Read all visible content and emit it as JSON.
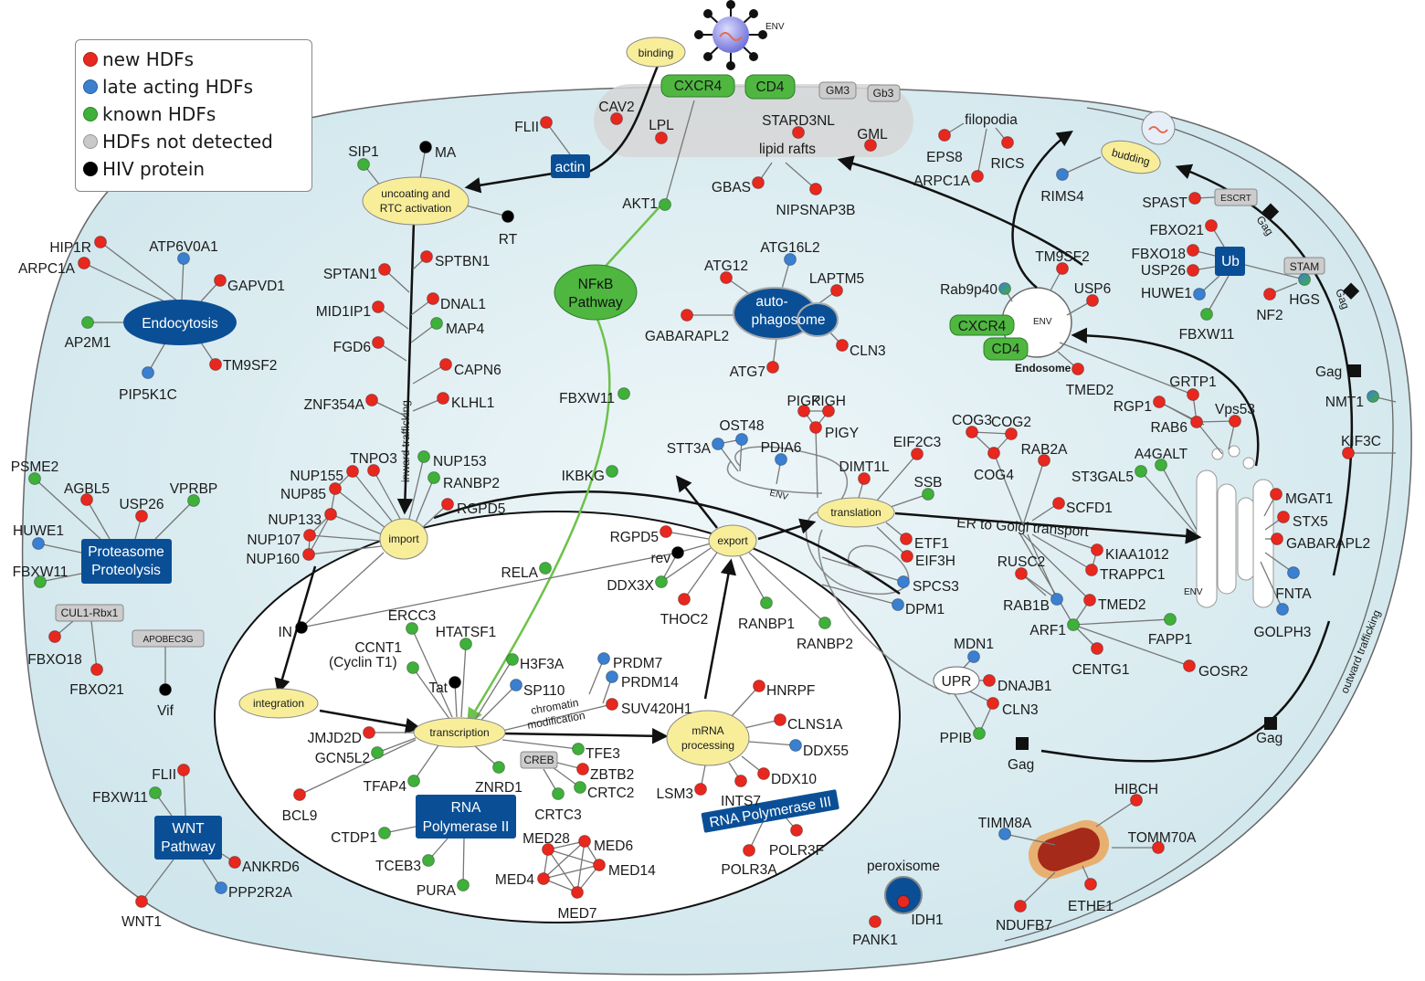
{
  "colors": {
    "new": "#e8281e",
    "late": "#3b7fd0",
    "known": "#3fb03a",
    "not_detected": "#c9c9c9",
    "hiv": "#000000",
    "process_fill": "#f8ee9a",
    "module_blue": "#0a4f96",
    "cell_fill": "#d6ecf0",
    "receptor_green": "#4fb740"
  },
  "legend": [
    {
      "label": "new HDFs",
      "type": "new"
    },
    {
      "label": "late acting HDFs",
      "type": "late"
    },
    {
      "label": "known HDFs",
      "type": "known"
    },
    {
      "label": "HDFs not detected",
      "type": "not_detected"
    },
    {
      "label": "HIV protein",
      "type": "hiv"
    }
  ],
  "processes": {
    "binding": "binding",
    "uncoating_1": "uncoating and",
    "uncoating_2": "RTC activation",
    "import": "import",
    "integration": "integration",
    "transcription": "transcription",
    "export": "export",
    "translation": "translation",
    "mrna_1": "mRNA",
    "mrna_2": "processing",
    "budding": "budding",
    "upr": "UPR"
  },
  "modules": {
    "actin": "actin",
    "endocytosis": "Endocytosis",
    "proteasome_1": "Proteasome",
    "proteasome_2": "Proteolysis",
    "wnt_1": "WNT",
    "wnt_2": "Pathway",
    "nfkb_1": "NFκB",
    "nfkb_2": "Pathway",
    "autophagosome_1": "auto-",
    "autophagosome_2": "phagosome",
    "rnapol2_1": "RNA",
    "rnapol2_2": "Polymerase II",
    "rnapol3": "RNA Polymerase III",
    "ub": "Ub"
  },
  "receptors": {
    "cxcr4": "CXCR4",
    "cd4": "CD4",
    "gm3": "GM3",
    "gb3": "Gb3",
    "escrt": "ESCRT",
    "stam": "STAM",
    "cul1": "CUL1-Rbx1",
    "apobec3g": "APOBEC3G",
    "creb": "CREB"
  },
  "annotations": {
    "env_virion": "ENV",
    "lipid_rafts": "lipid rafts",
    "filopodia": "filopodia",
    "inward_trafficking": "inward trafficking",
    "outward_trafficking": "outward trafficking",
    "er_golgi": "ER to Golgi transport",
    "chromatin_1": "chromatin",
    "chromatin_2": "modification",
    "endosome": "Endosome",
    "env_endosome": "ENV",
    "env_er": "ENV",
    "env_golgi": "ENV",
    "peroxisome": "peroxisome",
    "gag": "Gag",
    "ccnt1_2": "(Cyclin T1)"
  },
  "nodes": [
    {
      "id": "CAV2",
      "type": "new"
    },
    {
      "id": "LPL",
      "type": "new"
    },
    {
      "id": "STARD3NL",
      "type": "new"
    },
    {
      "id": "GML",
      "type": "new"
    },
    {
      "id": "GBAS",
      "type": "new"
    },
    {
      "id": "NIPSNAP3B",
      "type": "new"
    },
    {
      "id": "FLII",
      "type": "new"
    },
    {
      "id": "AKT1",
      "type": "known"
    },
    {
      "id": "SIP1",
      "type": "known"
    },
    {
      "id": "MA",
      "type": "hiv"
    },
    {
      "id": "RT",
      "type": "hiv"
    },
    {
      "id": "HIP1R",
      "type": "new"
    },
    {
      "id": "ARPC1A",
      "type": "new"
    },
    {
      "id": "ATP6V0A1",
      "type": "late"
    },
    {
      "id": "GAPVD1",
      "type": "new"
    },
    {
      "id": "AP2M1",
      "type": "known"
    },
    {
      "id": "TM9SF2",
      "type": "new"
    },
    {
      "id": "PIP5K1C",
      "type": "late"
    },
    {
      "id": "SPTAN1",
      "type": "new"
    },
    {
      "id": "SPTBN1",
      "type": "new"
    },
    {
      "id": "MID1IP1",
      "type": "new"
    },
    {
      "id": "DNAL1",
      "type": "new"
    },
    {
      "id": "MAP4",
      "type": "known"
    },
    {
      "id": "FGD6",
      "type": "new"
    },
    {
      "id": "CAPN6",
      "type": "new"
    },
    {
      "id": "ZNF354A",
      "type": "new"
    },
    {
      "id": "KLHL1",
      "type": "new"
    },
    {
      "id": "TNPO3",
      "type": "new"
    },
    {
      "id": "NUP155",
      "type": "new"
    },
    {
      "id": "NUP85",
      "type": "new"
    },
    {
      "id": "NUP133",
      "type": "new"
    },
    {
      "id": "NUP107",
      "type": "new"
    },
    {
      "id": "NUP160",
      "type": "new"
    },
    {
      "id": "NUP153",
      "type": "known"
    },
    {
      "id": "RANBP2",
      "type": "known"
    },
    {
      "id": "RGPD5",
      "type": "new"
    },
    {
      "id": "PSME2",
      "type": "known"
    },
    {
      "id": "AGBL5",
      "type": "new"
    },
    {
      "id": "USP26",
      "type": "new"
    },
    {
      "id": "VPRBP",
      "type": "known"
    },
    {
      "id": "HUWE1",
      "type": "late"
    },
    {
      "id": "FBXW11",
      "type": "known"
    },
    {
      "id": "FBXO18",
      "type": "new"
    },
    {
      "id": "FBXO21",
      "type": "new"
    },
    {
      "id": "Vif",
      "type": "hiv"
    },
    {
      "id": "IN",
      "type": "hiv"
    },
    {
      "id": "ERCC3",
      "type": "known"
    },
    {
      "id": "HTATSF1",
      "type": "known"
    },
    {
      "id": "CCNT1",
      "type": "known"
    },
    {
      "id": "Tat",
      "type": "hiv"
    },
    {
      "id": "H3F3A",
      "type": "known"
    },
    {
      "id": "SP110",
      "type": "late"
    },
    {
      "id": "PRDM7",
      "type": "late"
    },
    {
      "id": "PRDM14",
      "type": "late"
    },
    {
      "id": "SUV420H1",
      "type": "new"
    },
    {
      "id": "JMJD2D",
      "type": "new"
    },
    {
      "id": "GCN5L2",
      "type": "known"
    },
    {
      "id": "TFAP4",
      "type": "known"
    },
    {
      "id": "ZNRD1",
      "type": "known"
    },
    {
      "id": "TFE3",
      "type": "known"
    },
    {
      "id": "ZBTB2",
      "type": "new"
    },
    {
      "id": "CRTC2",
      "type": "known"
    },
    {
      "id": "CRTC3",
      "type": "known"
    },
    {
      "id": "BCL9",
      "type": "new"
    },
    {
      "id": "CTDP1",
      "type": "known"
    },
    {
      "id": "TCEB3",
      "type": "known"
    },
    {
      "id": "PURA",
      "type": "known"
    },
    {
      "id": "MED28",
      "type": "new"
    },
    {
      "id": "MED6",
      "type": "new"
    },
    {
      "id": "MED14",
      "type": "new"
    },
    {
      "id": "MED4",
      "type": "new"
    },
    {
      "id": "MED7",
      "type": "new"
    },
    {
      "id": "WNT_FLII",
      "label": "FLII",
      "type": "new"
    },
    {
      "id": "WNT_FBXW11",
      "label": "FBXW11",
      "type": "known"
    },
    {
      "id": "ANKRD6",
      "type": "new"
    },
    {
      "id": "PPP2R2A",
      "type": "late"
    },
    {
      "id": "WNT1",
      "type": "new"
    },
    {
      "id": "NFKB_FBXW11",
      "label": "FBXW11",
      "type": "known"
    },
    {
      "id": "IKBKG",
      "type": "known"
    },
    {
      "id": "RELA",
      "type": "known"
    },
    {
      "id": "ATG16L2",
      "type": "late"
    },
    {
      "id": "ATG12",
      "type": "new"
    },
    {
      "id": "LAPTM5",
      "type": "new"
    },
    {
      "id": "GABARAPL2",
      "type": "new"
    },
    {
      "id": "CLN3",
      "type": "new"
    },
    {
      "id": "ATG7",
      "type": "new"
    },
    {
      "id": "EXP_RGPD5",
      "label": "RGPD5",
      "type": "new"
    },
    {
      "id": "rev",
      "type": "hiv"
    },
    {
      "id": "DDX3X",
      "type": "known"
    },
    {
      "id": "THOC2",
      "type": "new"
    },
    {
      "id": "RANBP1",
      "type": "known"
    },
    {
      "id": "EXP_RANBP2",
      "label": "RANBP2",
      "type": "known"
    },
    {
      "id": "HNRPF",
      "type": "new"
    },
    {
      "id": "CLNS1A",
      "type": "new"
    },
    {
      "id": "DDX55",
      "type": "late"
    },
    {
      "id": "DDX10",
      "type": "new"
    },
    {
      "id": "INTS7",
      "type": "new"
    },
    {
      "id": "LSM3",
      "type": "new"
    },
    {
      "id": "POLR3F",
      "type": "new"
    },
    {
      "id": "POLR3A",
      "type": "new"
    },
    {
      "id": "STT3A",
      "type": "late"
    },
    {
      "id": "OST48",
      "type": "late"
    },
    {
      "id": "PDIA6",
      "type": "late"
    },
    {
      "id": "PIGK",
      "type": "new"
    },
    {
      "id": "PIGH",
      "type": "new"
    },
    {
      "id": "PIGY",
      "type": "new"
    },
    {
      "id": "DIMT1L",
      "type": "new"
    },
    {
      "id": "EIF2C3",
      "type": "new"
    },
    {
      "id": "SSB",
      "type": "known"
    },
    {
      "id": "ETF1",
      "type": "new"
    },
    {
      "id": "EIF3H",
      "type": "new"
    },
    {
      "id": "SPCS3",
      "type": "late"
    },
    {
      "id": "DPM1",
      "type": "late"
    },
    {
      "id": "MDN1",
      "type": "late"
    },
    {
      "id": "DNAJB1",
      "type": "new"
    },
    {
      "id": "UPR_CLN3",
      "label": "CLN3",
      "type": "new"
    },
    {
      "id": "PPIB",
      "type": "known"
    },
    {
      "id": "EPS8",
      "type": "new"
    },
    {
      "id": "RICS",
      "type": "new"
    },
    {
      "id": "FIL_ARPC1A",
      "label": "ARPC1A",
      "type": "new"
    },
    {
      "id": "RIMS4",
      "type": "late"
    },
    {
      "id": "SPAST",
      "type": "new"
    },
    {
      "id": "UB_FBXO21",
      "label": "FBXO21",
      "type": "new"
    },
    {
      "id": "UB_FBXO18",
      "label": "FBXO18",
      "type": "new"
    },
    {
      "id": "UB_USP26",
      "label": "USP26",
      "type": "new"
    },
    {
      "id": "UB_HUWE1",
      "label": "HUWE1",
      "type": "late"
    },
    {
      "id": "UB_FBXW11",
      "label": "FBXW11",
      "type": "known"
    },
    {
      "id": "HGS",
      "type": "mixed"
    },
    {
      "id": "NF2",
      "type": "new"
    },
    {
      "id": "END_TM9SF2",
      "label": "TM9SF2",
      "type": "new"
    },
    {
      "id": "USP6",
      "type": "new"
    },
    {
      "id": "Rab9p40",
      "type": "mixed"
    },
    {
      "id": "TMED2",
      "type": "new"
    },
    {
      "id": "NMT1",
      "type": "mixed"
    },
    {
      "id": "KIF3C",
      "type": "new"
    },
    {
      "id": "GRTP1",
      "type": "new"
    },
    {
      "id": "RGP1",
      "type": "new"
    },
    {
      "id": "RAB6",
      "type": "new"
    },
    {
      "id": "Vps53",
      "type": "new"
    },
    {
      "id": "COG3",
      "type": "new"
    },
    {
      "id": "COG2",
      "type": "new"
    },
    {
      "id": "COG4",
      "type": "new"
    },
    {
      "id": "RAB2A",
      "type": "new"
    },
    {
      "id": "A4GALT",
      "type": "known"
    },
    {
      "id": "ST3GAL5",
      "type": "known"
    },
    {
      "id": "SCFD1",
      "type": "new"
    },
    {
      "id": "KIAA1012",
      "type": "new"
    },
    {
      "id": "TRAPPC1",
      "type": "new"
    },
    {
      "id": "RUSC2",
      "type": "new"
    },
    {
      "id": "RAB1B",
      "type": "late"
    },
    {
      "id": "G_TMED2",
      "label": "TMED2",
      "type": "new"
    },
    {
      "id": "ARF1",
      "type": "known"
    },
    {
      "id": "FAPP1",
      "type": "known"
    },
    {
      "id": "CENTG1",
      "type": "new"
    },
    {
      "id": "GOSR2",
      "type": "new"
    },
    {
      "id": "MGAT1",
      "type": "new"
    },
    {
      "id": "STX5",
      "type": "new"
    },
    {
      "id": "G_GABARAPL2",
      "label": "GABARAPL2",
      "type": "new"
    },
    {
      "id": "FNTA",
      "type": "late"
    },
    {
      "id": "GOLPH3",
      "type": "late"
    },
    {
      "id": "HIBCH",
      "type": "new"
    },
    {
      "id": "TIMM8A",
      "type": "late"
    },
    {
      "id": "TOMM70A",
      "type": "new"
    },
    {
      "id": "ETHE1",
      "type": "new"
    },
    {
      "id": "NDUFB7",
      "type": "new"
    },
    {
      "id": "IDH1",
      "type": "new"
    },
    {
      "id": "PANK1",
      "type": "new"
    }
  ]
}
